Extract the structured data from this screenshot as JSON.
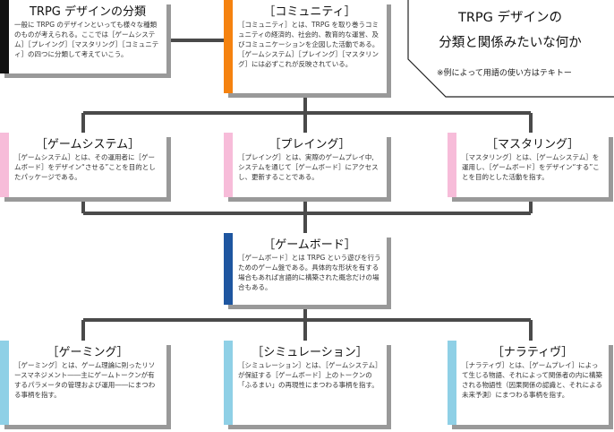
{
  "info": {
    "title_line1": "TRPG デザインの",
    "title_line2": "分類と関係みたいな何か",
    "note": "※例によって用語の使い方はテキトー"
  },
  "colors": {
    "intro": "#111111",
    "community": "#f5820f",
    "middle": "#f7bcd9",
    "gameboard": "#1e56a0",
    "bottom": "#8fd0e6",
    "connector": "#4a4a4a",
    "shadow": "#999999"
  },
  "boxes": {
    "intro": {
      "title": "TRPG デザインの分類",
      "body": "一般に TRPG のデザインといっても様々な種類のものが考えられる。ここでは［ゲームシステム］［プレイング］［マスタリング］［コミュニティ］の四つに分類して考えていこう。"
    },
    "community": {
      "title": "［コミュニティ］",
      "body": "［コミュニティ］とは、TRPG を取り巻うコミュニティの経済的、社会的、教育的な運営、及びコミュニケーションを企図した活動である。［ゲームシステム］［プレイング］［マスタリング］には必ずこれが反映されている。"
    },
    "game_system": {
      "title": "［ゲームシステム］",
      "body": "［ゲームシステム］とは、その運用者に［ゲームボード］をデザイン“させる”ことを目的としたパッケージである。"
    },
    "playing": {
      "title": "［プレイング］",
      "body": "［プレイング］とは、実際のゲームプレイ中, システムを通じて［ゲームボード］にアクセスし、更新することである。"
    },
    "mastering": {
      "title": "［マスタリング］",
      "body": "［マスタリング］とは、［ゲームシステム］を運用し、［ゲームボード］をデザイン“する”ことを目的とした活動を指す。"
    },
    "gameboard": {
      "title": "［ゲームボード］",
      "body": "［ゲームボード］とは TRPG という遊びを行うためのゲーム盤である。具体的な形状を有する場合もあれば言語的に構築された概念だけの場合もある。"
    },
    "gaming": {
      "title": "［ゲーミング］",
      "body": "［ゲーミング］とは、ゲーム理論に則ったリソースマネジメント――主にゲームトークンが有するパラメータの管理および運用――にまつわる事柄を指す。"
    },
    "simulation": {
      "title": "［シミュレーション］",
      "body": "［シミュレーション］とは、［ゲームシステム］が保証する［ゲームボード］上のトークンの「ふるまい」の再現性にまつわる事柄を指す。"
    },
    "narrative": {
      "title": "［ナラティヴ］",
      "body": "［ナラティヴ］とは、［ゲームプレイ］によって生じる物語、それによって関係者の内に構築される物語性（因果関係の認識と、それによる未来予測）にまつわる事柄を指す。"
    }
  }
}
